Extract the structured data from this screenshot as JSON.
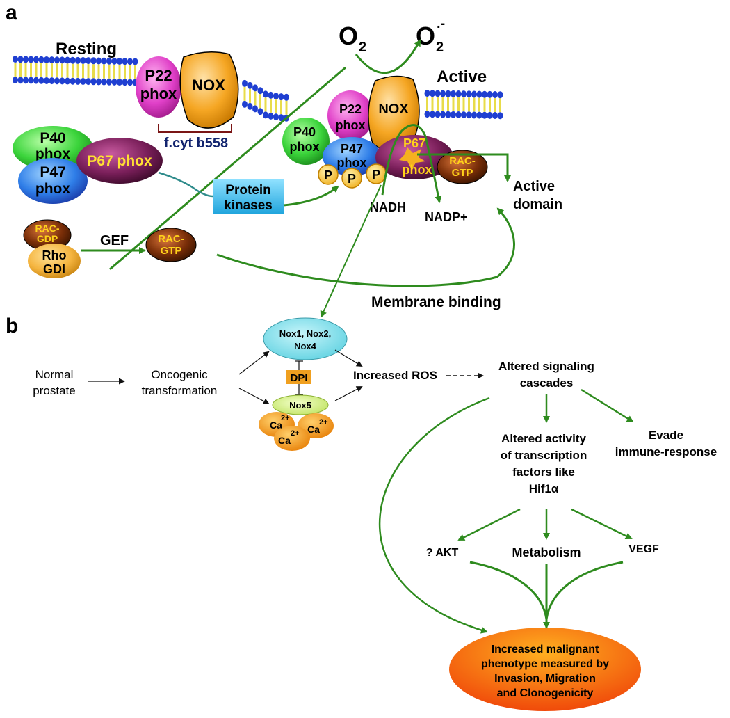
{
  "panel_a": {
    "label": "a",
    "resting": "Resting",
    "active": "Active",
    "o2": "O",
    "o2_sub": "2",
    "o2m": "O",
    "o2m_sub": "2",
    "o2m_sup": ".-",
    "p22_line1": "P22",
    "p22_line2": "phox",
    "nox": "NOX",
    "fcyt": "f.cyt b558",
    "p40_line1": "P40",
    "p40_line2": "phox",
    "p47_line1": "P47",
    "p47_line2": "phox",
    "p67": "P67 phox",
    "protein_kinases_line1": "Protein",
    "protein_kinases_line2": "kinases",
    "rac_gdp_line1": "RAC-",
    "rac_gdp_line2": "GDP",
    "rho_gdi_line1": "Rho",
    "rho_gdi_line2": "GDI",
    "gef": "GEF",
    "rac_gtp_line1": "RAC-",
    "rac_gtp_line2": "GTP",
    "a_p22_line1": "P22",
    "a_p22_line2": "phox",
    "a_nox": "NOX",
    "a_p40_line1": "P40",
    "a_p40_line2": "phox",
    "a_p47_line1": "P47",
    "a_p47_line2": "phox",
    "a_p67_line1": "P67",
    "a_p67_line2": "phox",
    "a_rac_line1": "RAC-",
    "a_rac_line2": "GTP",
    "p": "P",
    "nadh": "NADH",
    "nadp": "NADP+",
    "active_domain_line1": "Active",
    "active_domain_line2": "domain",
    "membrane_binding": "Membrane binding"
  },
  "panel_b": {
    "label": "b",
    "normal_line1": "Normal",
    "normal_line2": "prostate",
    "onco_line1": "Oncogenic",
    "onco_line2": "transformation",
    "nox124_line1": "Nox1, Nox2,",
    "nox124_line2": "Nox4",
    "dpi": "DPI",
    "nox5": "Nox5",
    "ca": "Ca",
    "ca_sup": "2+",
    "ros": "Increased ROS",
    "altered_line1": "Altered signaling",
    "altered_line2": "cascades",
    "activity_line1": "Altered activity",
    "activity_line2": "of transcription",
    "activity_line3": "factors like",
    "activity_line4": "Hif1α",
    "evade_line1": "Evade",
    "evade_line2": "immune-response",
    "akt": "? AKT",
    "metabolism": "Metabolism",
    "vegf": "VEGF",
    "result_line1": "Increased malignant",
    "result_line2": "phenotype measured by",
    "result_line3": "Invasion, Migration",
    "result_line4": "and Clonogenicity"
  },
  "colors": {
    "arrow_green": "#2e8b1e",
    "lipid_head": "#1f3fd1",
    "lipid_tail": "#e8dc4a",
    "p22": "#e040c8",
    "nox": "#f5a623",
    "p40": "#3bd43b",
    "p47": "#2f7ee8",
    "p67": "#7a1f5a",
    "rac": "#7a2e08",
    "kinase_box": "#3ab8e8",
    "nox124": "#86e3ee",
    "nox5": "#d8f08c",
    "calcium": "#f39a12",
    "dpi": "#f0a020",
    "result": "#f36a10"
  }
}
